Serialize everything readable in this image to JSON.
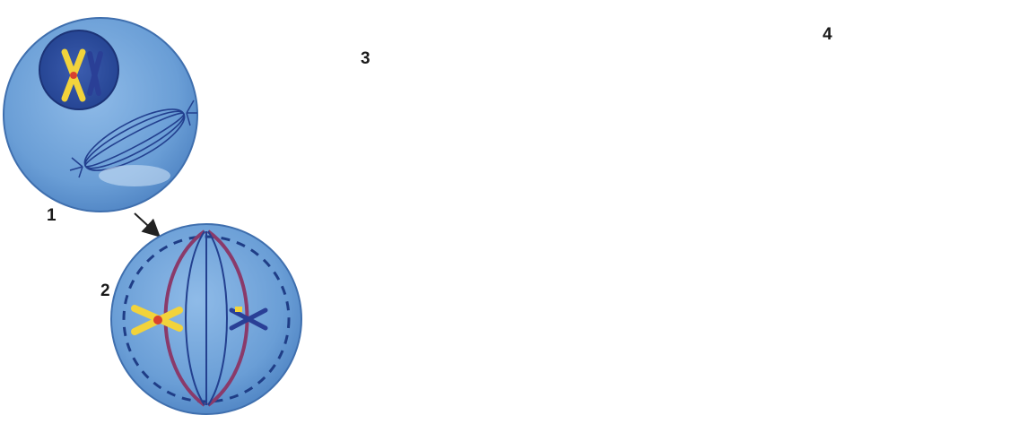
{
  "labels": {
    "step1": "1",
    "step2": "2",
    "step3": "3",
    "step4": "4"
  },
  "colors": {
    "cell": "#6a9ed6",
    "cell_edge": "#3f6fae",
    "membrane_dash": "#1f3d86",
    "spindle": "#23408f",
    "spindle_red": "#8a3a6a",
    "chromosome_yellow": "#f2d33b",
    "chromosome_blue": "#2a3f96",
    "centromere": "#d8412f",
    "green": "#9ad14a",
    "arrow": "#222222"
  }
}
